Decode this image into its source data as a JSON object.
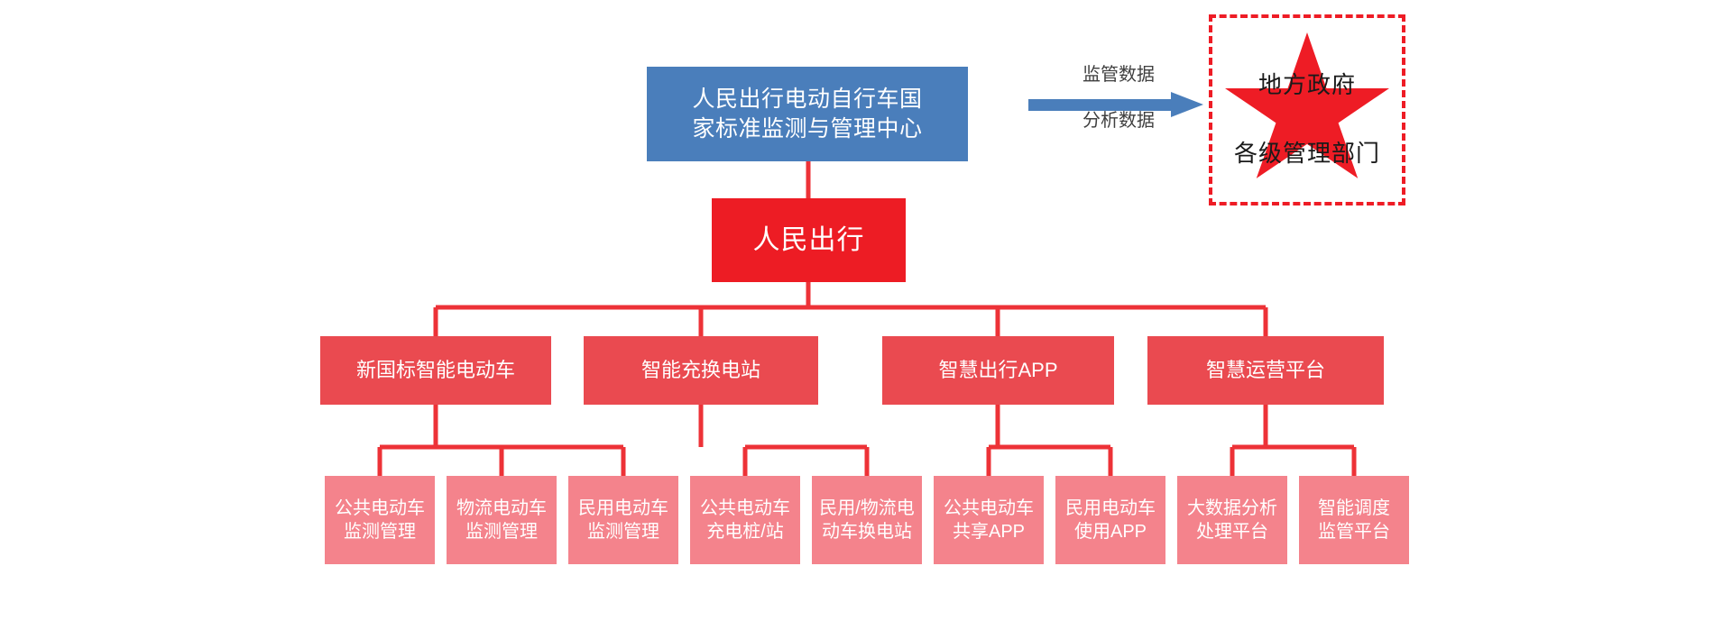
{
  "diagram": {
    "title_node": {
      "label": "人民出行电动自行车国\n家标准监测与管理中心",
      "color": "#4a7ebb"
    },
    "brand_node": {
      "label": "人民出行",
      "color": "#ed1c24"
    },
    "government": {
      "label_top": "地方政府",
      "label_bottom": "各级管理部门",
      "border_color": "#ee1c25",
      "star_color": "#ee1c25"
    },
    "arrow": {
      "label_top": "监管数据",
      "label_bottom": "分析数据",
      "color": "#4a7ebb"
    },
    "level2": {
      "color": "#ea4a50",
      "items": [
        {
          "label": "新国标智能电动车"
        },
        {
          "label": "智能充换电站"
        },
        {
          "label": "智慧出行APP"
        },
        {
          "label": "智慧运营平台"
        }
      ]
    },
    "level3": {
      "color": "#f4838c",
      "items": [
        {
          "label": "公共电动车\n监测管理"
        },
        {
          "label": "物流电动车\n监测管理"
        },
        {
          "label": "民用电动车\n监测管理"
        },
        {
          "label": "公共电动车\n充电桩/站"
        },
        {
          "label": "民用/物流电\n动车换电站"
        },
        {
          "label": "公共电动车\n共享APP"
        },
        {
          "label": "民用电动车\n使用APP"
        },
        {
          "label": "大数据分析\n处理平台"
        },
        {
          "label": "智能调度\n监管平台"
        }
      ]
    },
    "connector_color": "#ed3237"
  }
}
